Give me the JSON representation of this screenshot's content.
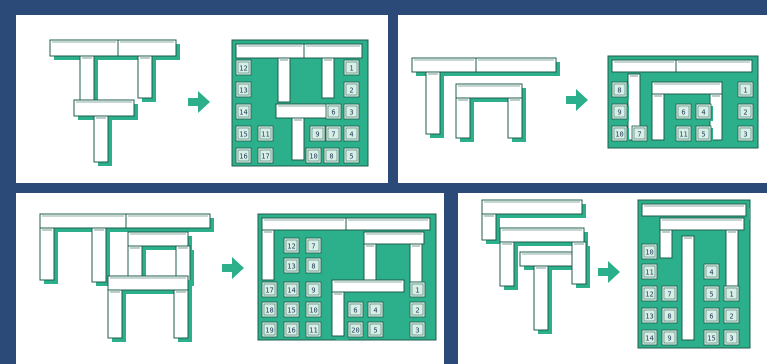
{
  "colors": {
    "frame": "#2b4a78",
    "panel": "#ffffff",
    "teal": "#2bb08b",
    "outline": "#1f5c4c",
    "tile_face": "#d8efe7",
    "arrow": "#2bb08b"
  },
  "panels": [
    {
      "id": "top-left",
      "tiles": [
        {
          "label": "12"
        },
        {
          "label": "1"
        },
        {
          "label": "13"
        },
        {
          "label": "2"
        },
        {
          "label": "14"
        },
        {
          "label": "6"
        },
        {
          "label": "3"
        },
        {
          "label": "15"
        },
        {
          "label": "11"
        },
        {
          "label": "9"
        },
        {
          "label": "7"
        },
        {
          "label": "4"
        },
        {
          "label": "16"
        },
        {
          "label": "17"
        },
        {
          "label": "10"
        },
        {
          "label": "8"
        },
        {
          "label": "5"
        }
      ]
    },
    {
      "id": "top-right",
      "tiles": [
        {
          "label": "1"
        },
        {
          "label": "8"
        },
        {
          "label": "6"
        },
        {
          "label": "4"
        },
        {
          "label": "2"
        },
        {
          "label": "9"
        },
        {
          "label": "10"
        },
        {
          "label": "7"
        },
        {
          "label": "11"
        },
        {
          "label": "5"
        },
        {
          "label": "3"
        }
      ]
    },
    {
      "id": "bottom-left",
      "tiles": [
        {
          "label": "12"
        },
        {
          "label": "7"
        },
        {
          "label": "13"
        },
        {
          "label": "8"
        },
        {
          "label": "17"
        },
        {
          "label": "14"
        },
        {
          "label": "9"
        },
        {
          "label": "1"
        },
        {
          "label": "18"
        },
        {
          "label": "15"
        },
        {
          "label": "10"
        },
        {
          "label": "6"
        },
        {
          "label": "4"
        },
        {
          "label": "2"
        },
        {
          "label": "19"
        },
        {
          "label": "16"
        },
        {
          "label": "11"
        },
        {
          "label": "20"
        },
        {
          "label": "5"
        },
        {
          "label": "3"
        }
      ]
    },
    {
      "id": "bottom-right",
      "tiles": [
        {
          "label": "10"
        },
        {
          "label": "11"
        },
        {
          "label": "4"
        },
        {
          "label": "12"
        },
        {
          "label": "7"
        },
        {
          "label": "5"
        },
        {
          "label": "1"
        },
        {
          "label": "13"
        },
        {
          "label": "8"
        },
        {
          "label": "6"
        },
        {
          "label": "2"
        },
        {
          "label": "14"
        },
        {
          "label": "9"
        },
        {
          "label": "15"
        },
        {
          "label": "3"
        }
      ]
    }
  ]
}
